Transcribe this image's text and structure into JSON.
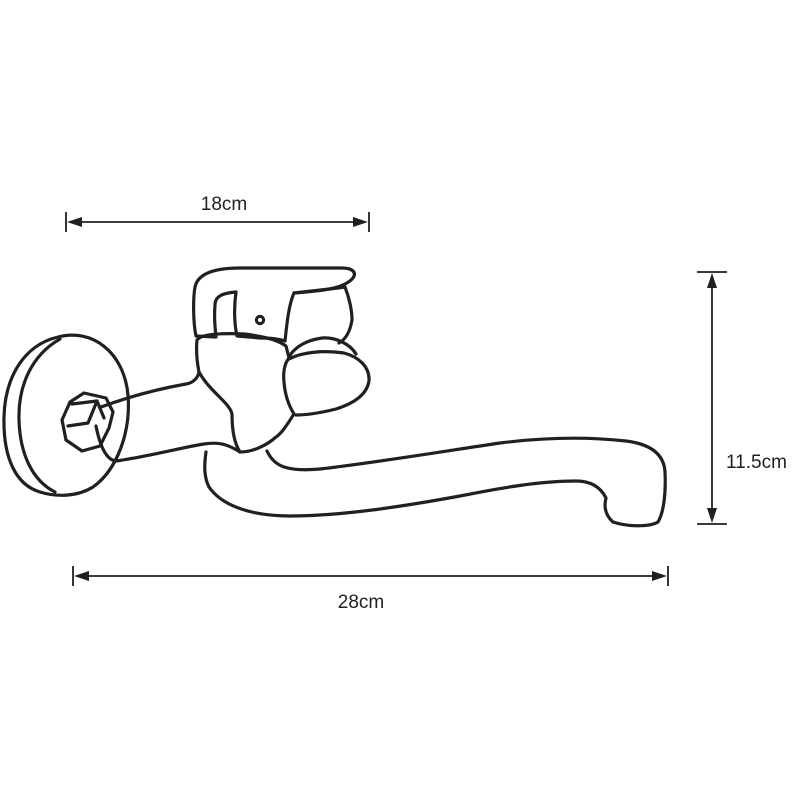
{
  "dimensions": {
    "top_width": "18cm",
    "total_length": "28cm",
    "height": "11.5cm"
  },
  "colors": {
    "line": "#231f20",
    "background": "#ffffff"
  },
  "icons": {
    "product": "wall-mounted-faucet-drawing"
  }
}
